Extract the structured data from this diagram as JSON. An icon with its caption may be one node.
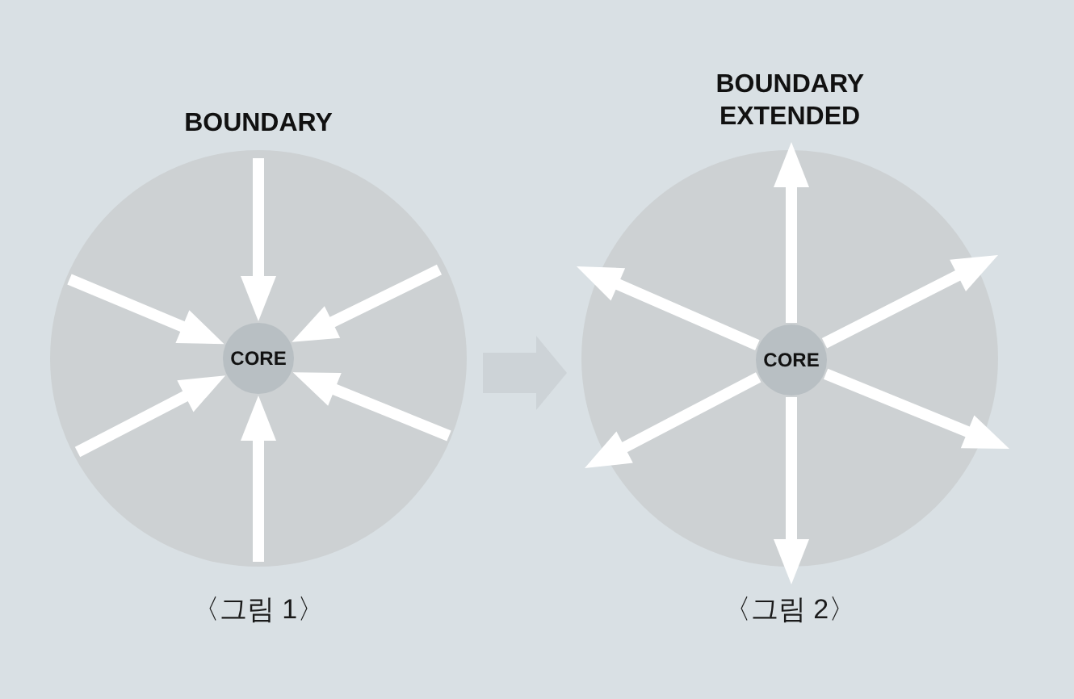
{
  "diagram": {
    "nodes": [
      {
        "text": [
          "BOUNDARY"
        ],
        "beside": [
          "〈그림 1〉"
        ]
      },
      {
        "text": [
          "CORE"
        ],
        "in": 0
      },
      {
        "text": [
          "BOUNDARY EXTENDED"
        ],
        "beside": [
          "〈그림 2〉"
        ]
      },
      {
        "text": [
          "CORE"
        ],
        "in": 2
      }
    ],
    "edges": [
      {
        "from": null,
        "to": 1,
        "arrow": "to"
      },
      {
        "from": null,
        "to": 1,
        "arrow": "to"
      },
      {
        "from": null,
        "to": 1,
        "arrow": "to"
      },
      {
        "from": null,
        "to": 1,
        "arrow": "to"
      },
      {
        "from": null,
        "to": 1,
        "arrow": "to"
      },
      {
        "from": null,
        "to": 1,
        "arrow": "to"
      },
      {
        "from": 0,
        "to": 2,
        "arrow": "to",
        "style": "thick",
        "color": "#cdd3d7"
      },
      {
        "from": 3,
        "to": null,
        "arrow": "to"
      },
      {
        "from": 3,
        "to": null,
        "arrow": "to"
      },
      {
        "from": 3,
        "to": null,
        "arrow": "to"
      },
      {
        "from": 3,
        "to": null,
        "arrow": "to"
      },
      {
        "from": 3,
        "to": null,
        "arrow": "to"
      },
      {
        "from": 3,
        "to": null,
        "arrow": "to"
      }
    ]
  }
}
